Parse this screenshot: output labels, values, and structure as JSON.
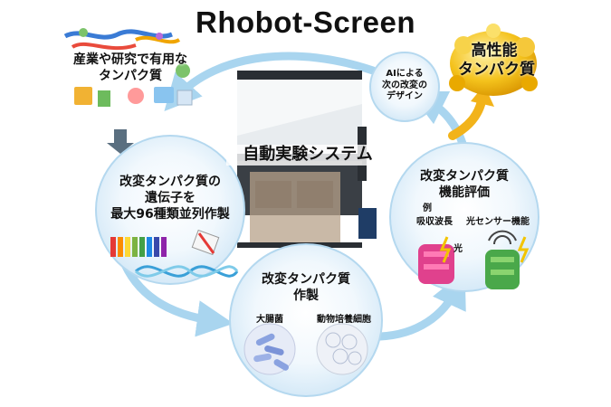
{
  "title": "Rhobot-Screen",
  "center_label": "自動実験システム",
  "top_left": {
    "line1": "産業や研究で有用な",
    "line2": "タンパク質"
  },
  "top_right": {
    "line1": "高性能",
    "line2": "タンパク質"
  },
  "ai_node": {
    "line1": "AIによる",
    "line2": "次の改変の",
    "line3": "デザイン"
  },
  "left_node": {
    "line1": "改変タンパク質の",
    "line2": "遺伝子を",
    "line3": "最大96種類並列作製"
  },
  "bottom_node": {
    "line1": "改変タンパク質",
    "line2": "作製",
    "item1": "大腸菌",
    "item2": "動物培養細胞"
  },
  "right_node": {
    "line1": "改変タンパク質",
    "line2": "機能評価",
    "example": "例",
    "item1": "吸収波長",
    "item2": "光センサー機能",
    "light": "光"
  },
  "colors": {
    "circle_fill": "#d9ecf8",
    "circle_stroke": "#b4d8ef",
    "arrow": "#a9d5ef",
    "gold": "#f0b400",
    "gold_arrow": "#f2b31a"
  }
}
